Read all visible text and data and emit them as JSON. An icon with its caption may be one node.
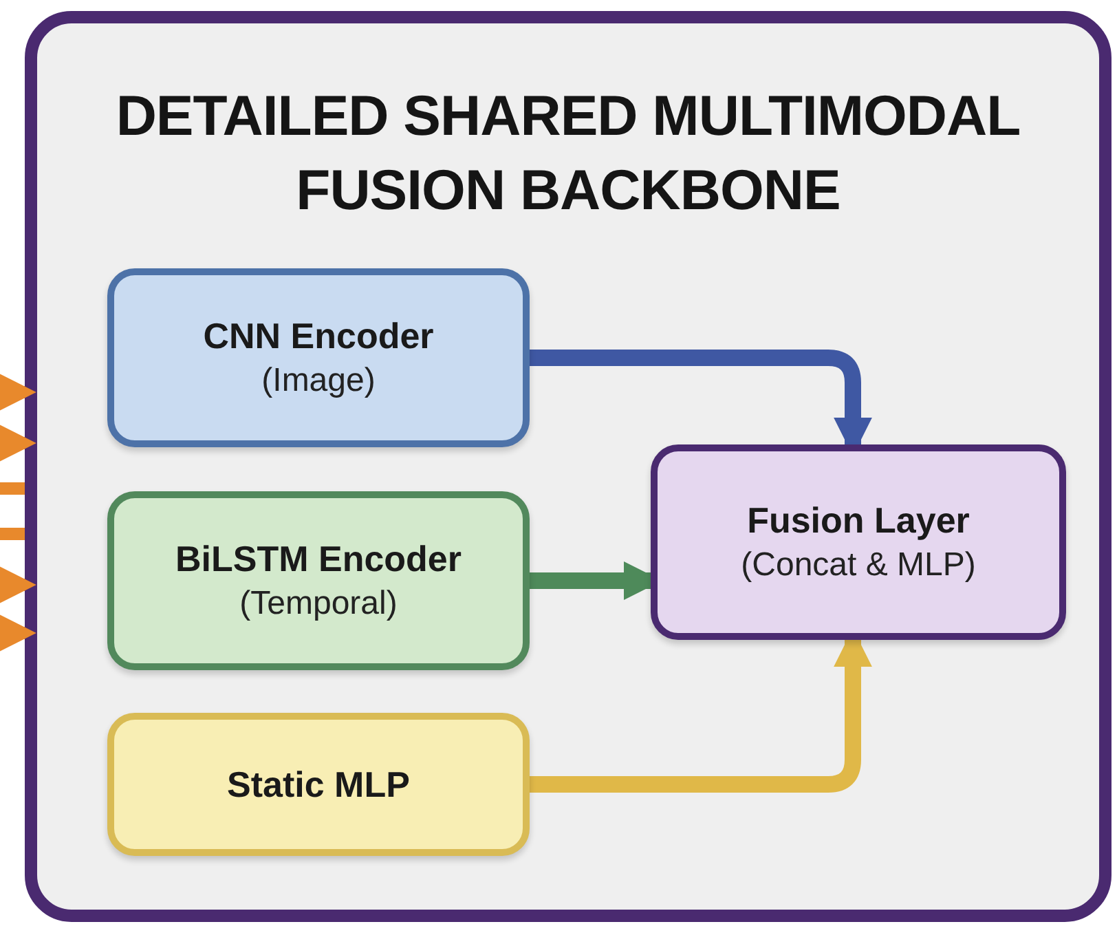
{
  "diagram": {
    "nodes": [
      {
        "text": [
          "DETAILED SHARED MULTIMODAL FUSION BACKBONE"
        ]
      },
      {
        "text": [
          "CNN Encoder",
          "(Image)"
        ],
        "in": 0
      },
      {
        "text": [
          "BiLSTM Encoder",
          "(Temporal)"
        ],
        "in": 0
      },
      {
        "text": [
          "Static MLP"
        ],
        "in": 0
      },
      {
        "text": [
          "Fusion Layer",
          "(Concat & MLP)"
        ],
        "in": 0
      }
    ],
    "edges": [
      {
        "from": 1,
        "to": 4,
        "arrow": "to",
        "color": "#3f58a3"
      },
      {
        "from": 2,
        "to": 4,
        "arrow": "to",
        "color": "#4e8a5a"
      },
      {
        "from": 3,
        "to": 4,
        "arrow": "to",
        "color": "#e0b848"
      },
      {
        "from": null,
        "to": 0,
        "arrow": "to",
        "color": "#e8892c"
      },
      {
        "from": null,
        "to": 0,
        "arrow": "to",
        "color": "#e8892c"
      },
      {
        "from": null,
        "to": 0,
        "arrow": "none",
        "color": "#e8892c"
      },
      {
        "from": null,
        "to": 0,
        "arrow": "none",
        "color": "#e8892c"
      },
      {
        "from": null,
        "to": 0,
        "arrow": "to",
        "color": "#e8892c"
      },
      {
        "from": null,
        "to": 0,
        "arrow": "to",
        "color": "#e8892c"
      }
    ]
  }
}
